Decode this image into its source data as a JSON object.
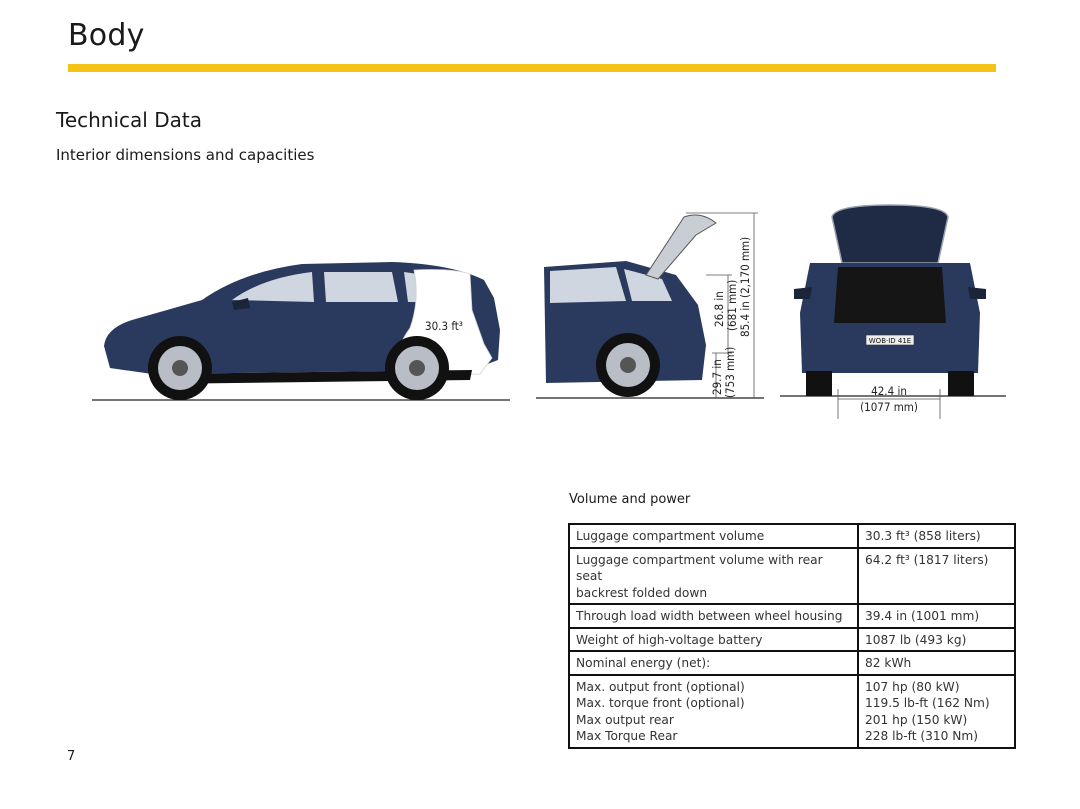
{
  "header": {
    "title": "Body",
    "accent_color": "#f3c316"
  },
  "section": {
    "title": "Technical Data",
    "subtitle": "Interior dimensions and capacities"
  },
  "figures": {
    "side_view": {
      "volume_label": "30.3 ft³"
    },
    "rear_open_view": {
      "hatch_height_label": "85.4 in (2,170 mm)",
      "opening_height_in": "26.8 in",
      "opening_height_mm": "(681 mm)",
      "load_sill_in": "29.7 in",
      "load_sill_mm": "(753 mm)"
    },
    "rear_view": {
      "plate_text": "WOB·ID 41E",
      "width_in": "42.4 in",
      "width_mm": "(1077 mm)"
    },
    "car_color": "#2a3a5e"
  },
  "table": {
    "caption": "Volume and power",
    "rows": [
      {
        "label_lines": [
          "Luggage compartment volume"
        ],
        "value_lines": [
          "30.3 ft³ (858 liters)"
        ]
      },
      {
        "label_lines": [
          "Luggage compartment volume with rear seat",
          "backrest folded down"
        ],
        "value_lines": [
          "64.2 ft³ (1817 liters)"
        ]
      },
      {
        "label_lines": [
          "Through load width between wheel housing"
        ],
        "value_lines": [
          "39.4 in (1001 mm)"
        ]
      },
      {
        "label_lines": [
          "Weight of high-voltage battery"
        ],
        "value_lines": [
          "1087 lb (493 kg)"
        ]
      },
      {
        "label_lines": [
          "Nominal energy (net):"
        ],
        "value_lines": [
          "82 kWh"
        ]
      },
      {
        "label_lines": [
          "Max. output front (optional)",
          "Max. torque front (optional)",
          "Max output rear",
          "Max Torque Rear"
        ],
        "value_lines": [
          "107 hp (80 kW)",
          "119.5 lb-ft (162 Nm)",
          "201 hp (150 kW)",
          "228 lb-ft (310 Nm)"
        ]
      }
    ]
  },
  "footer": {
    "page_number": "7"
  }
}
